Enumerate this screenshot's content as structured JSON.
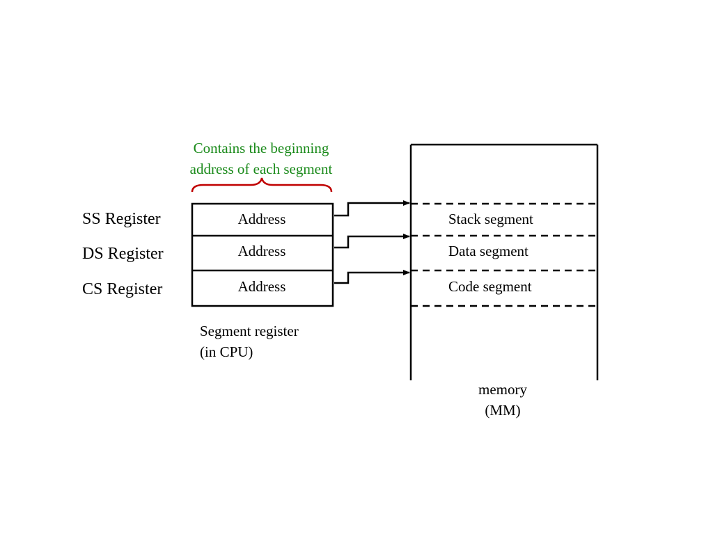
{
  "annotation": {
    "line1": "Contains the beginning",
    "line2": "address of each segment",
    "color": "#1a8a1a",
    "brace_color": "#c00000"
  },
  "registers": [
    {
      "label": "SS Register",
      "cell": "Address",
      "segment": "Stack segment"
    },
    {
      "label": "DS Register",
      "cell": "Address",
      "segment": "Data segment"
    },
    {
      "label": "CS Register",
      "cell": "Address",
      "segment": "Code segment"
    }
  ],
  "register_caption": {
    "line1": "Segment register",
    "line2": "(in CPU)"
  },
  "memory_caption": {
    "line1": "memory",
    "line2": "(MM)"
  }
}
